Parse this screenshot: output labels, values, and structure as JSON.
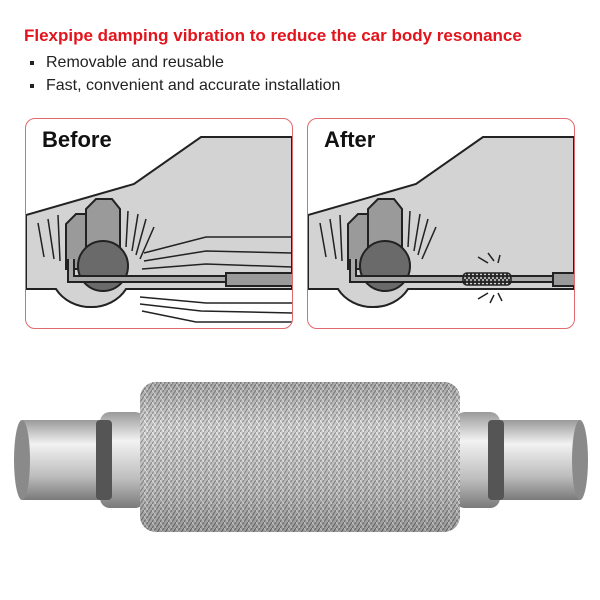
{
  "headline": "Flexpipe damping vibration to reduce the car body resonance",
  "bullets": [
    "Removable and reusable",
    "Fast, convenient and accurate installation"
  ],
  "panels": {
    "before": "Before",
    "after": "After"
  },
  "colors": {
    "headline": "#e3141c",
    "panel_border": "#e06a6e",
    "car_body": "#d3d3d3"
  }
}
